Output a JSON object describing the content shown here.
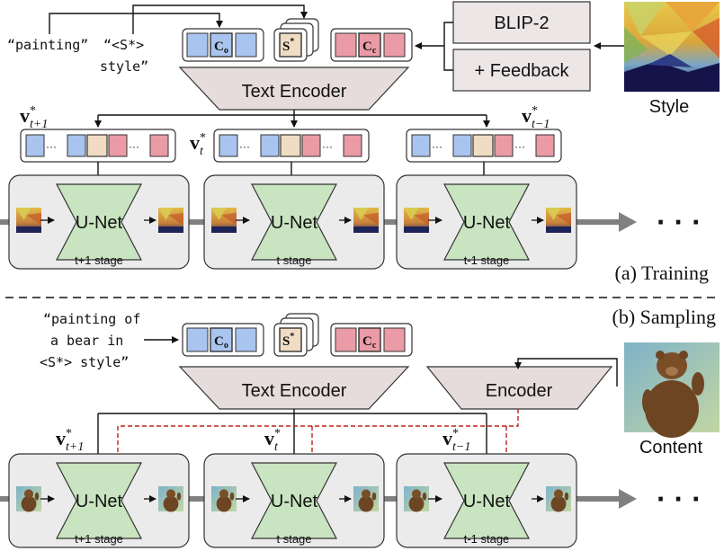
{
  "training": {
    "prompt_left": "“painting”",
    "prompt_right_line1": "“<S*>",
    "prompt_right_line2": "style”",
    "token_c0": "C",
    "token_c0_sub": "o",
    "token_s": "S",
    "token_s_sup": "*",
    "token_cc": "C",
    "token_cc_sub": "c",
    "blip_label": "BLIP-2",
    "feedback_label": "+ Feedback",
    "style_label": "Style",
    "text_encoder_label": "Text Encoder",
    "v_label": "v",
    "v_sup": "*",
    "sub_t_plus_1": "t+1",
    "sub_t": "t",
    "sub_t_minus_1": "t−1",
    "dots_small": "···",
    "unet_label": "U-Net",
    "stage_labels": [
      "t+1 stage",
      "t  stage",
      "t-1 stage"
    ],
    "ellipsis": "· · ·",
    "section_title": "(a) Training"
  },
  "sampling": {
    "section_title": "(b) Sampling",
    "prompt_line1": "“painting of",
    "prompt_line2": "a bear in",
    "prompt_line3": "<S*> style”",
    "token_c0": "C",
    "token_c0_sub": "o",
    "token_s": "S",
    "token_s_sup": "*",
    "token_cc": "C",
    "token_cc_sub": "c",
    "text_encoder_label": "Text Encoder",
    "encoder_label": "Encoder",
    "content_label": "Content",
    "v_label": "v",
    "v_sup": "*",
    "sub_t_plus_1": "t+1",
    "sub_t": "t",
    "sub_t_minus_1": "t−1",
    "unet_label": "U-Net",
    "stage_labels": [
      "t+1 stage",
      "t  stage",
      "t-1 stage"
    ],
    "ellipsis": "· · ·"
  },
  "colors": {
    "blue_token": "#a9c4ee",
    "tan_token": "#efdcc3",
    "pink_token": "#ea9ba6",
    "unet_green": "#c9e4c0",
    "stage_box": "#ebebeb",
    "encoder_fill": "#e6dcdc",
    "blip_fill": "#ece6e6",
    "red_dashed": "#c0201e",
    "arrow_gray": "#808080"
  }
}
